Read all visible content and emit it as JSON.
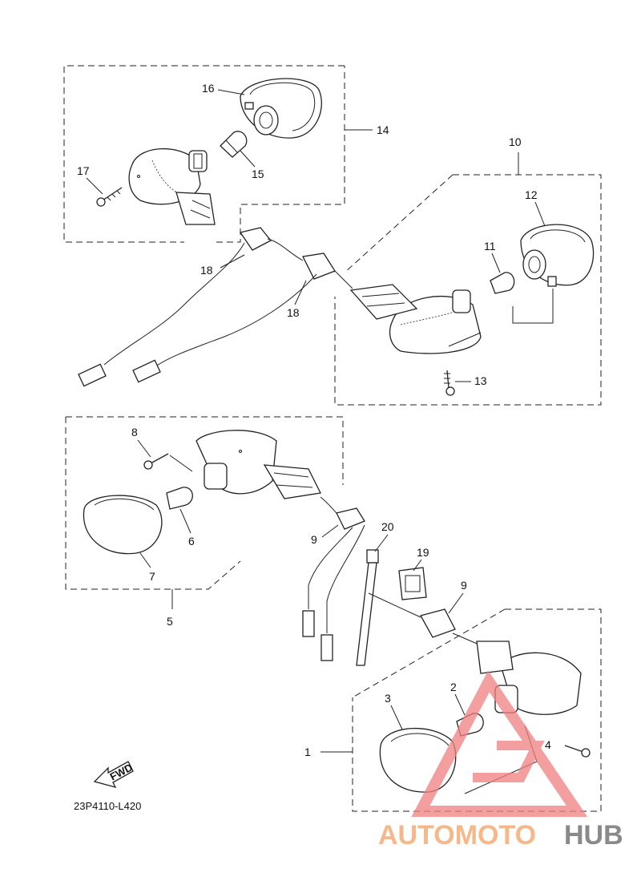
{
  "diagram_code": "23P4110-L420",
  "fwd_label": "FWD",
  "callouts": {
    "c1": "1",
    "c2": "2",
    "c3": "3",
    "c4": "4",
    "c5": "5",
    "c6": "6",
    "c7": "7",
    "c8": "8",
    "c9a": "9",
    "c9b": "9",
    "c10": "10",
    "c11": "11",
    "c12": "12",
    "c13": "13",
    "c14": "14",
    "c15": "15",
    "c16": "16",
    "c17": "17",
    "c18a": "18",
    "c18b": "18",
    "c19": "19",
    "c20": "20"
  },
  "watermark": {
    "part1": "AUTOMOTO",
    "part2": "HUB",
    "color1": "#f5b88a",
    "color2": "#8a8a8a",
    "logo_color": "#f08080"
  }
}
